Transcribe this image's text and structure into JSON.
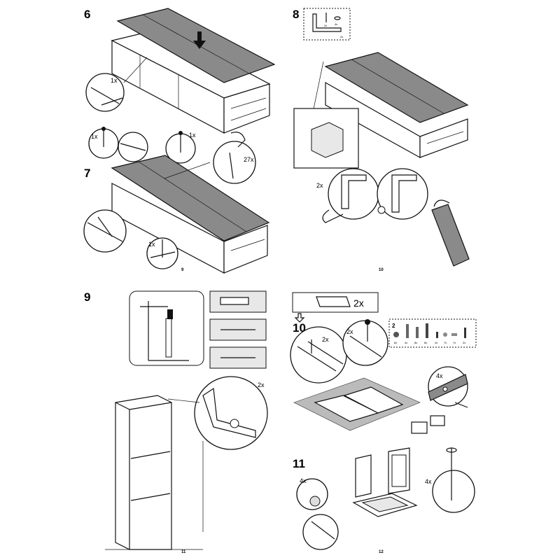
{
  "page_9": {
    "step_6": {
      "number": "6",
      "detail_qty": "1x"
    },
    "step_7": {
      "number": "7",
      "pin_qty_left": "1x",
      "pin_qty_right": "1x",
      "nail_qty": "27x",
      "bottom_qty": "1x"
    },
    "page_number": "9"
  },
  "page_10": {
    "step_8": {
      "number": "8",
      "parts": {
        "bracket_qty": "2x",
        "screw_qty": "2x",
        "washer_qty": "4x"
      },
      "bracket_detail_qty": "2x"
    },
    "page_number": "10"
  },
  "page_11": {
    "step_9": {
      "number": "9",
      "bracket_qty": "2x"
    },
    "page_number": "11"
  },
  "page_12": {
    "drawer_qty": "2x",
    "step_10": {
      "number": "10",
      "detail_qty_left": "2x",
      "detail_qty_right": "2x",
      "dowel_qty": "4x",
      "parts": {
        "number": "2",
        "labels": [
          "8x",
          "4x",
          "8x",
          "8x",
          "4x",
          "7x",
          "7x",
          "2x"
        ]
      }
    },
    "step_11": {
      "number": "11",
      "cam_qty": "4x",
      "screw_qty": "4x"
    },
    "page_number": "12"
  }
}
